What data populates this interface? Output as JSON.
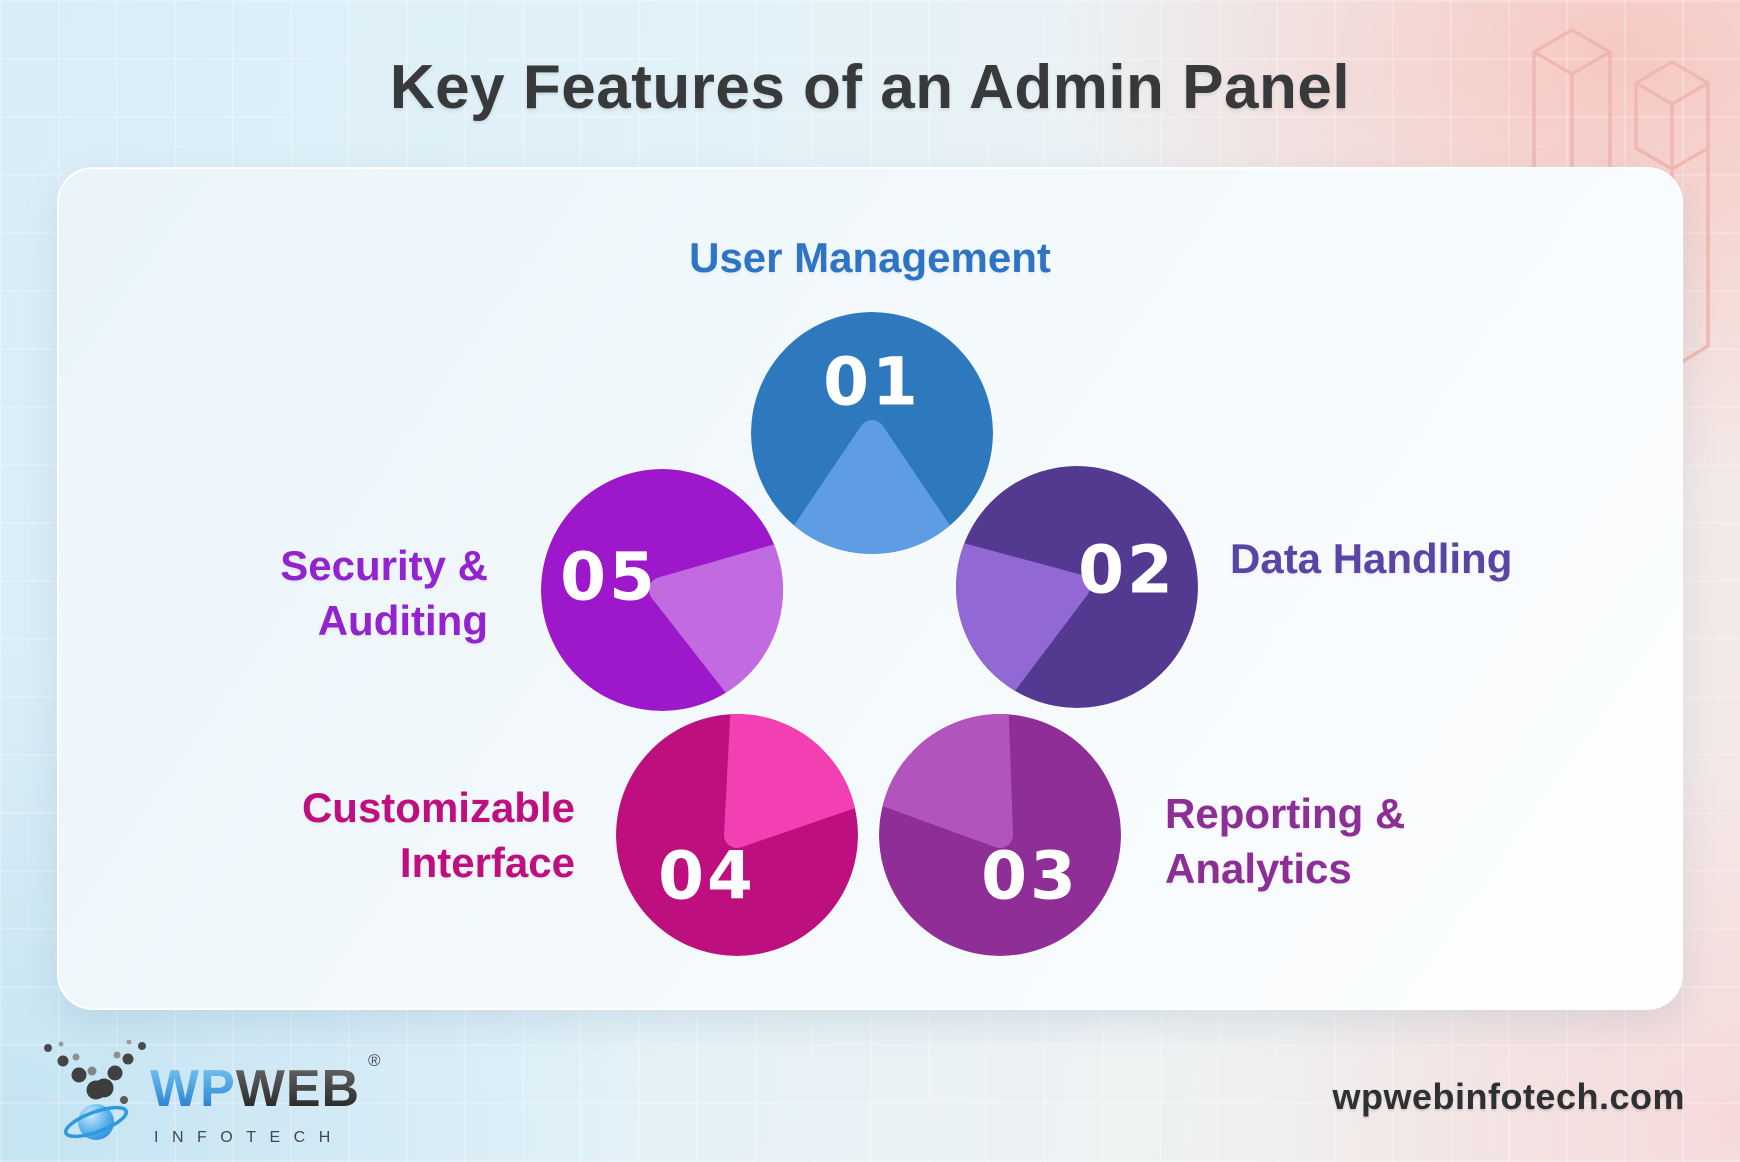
{
  "title": "Key Features of an Admin Panel",
  "features": [
    {
      "id": "01",
      "label": "User Management",
      "label_lines": [
        "User Management"
      ],
      "circle_color": "#2E78BE",
      "wedge_color": "#5E9CE4",
      "label_color": "#2E74C4"
    },
    {
      "id": "02",
      "label": "Data Handling",
      "label_lines": [
        "Data Handling"
      ],
      "circle_color": "#53398F",
      "wedge_color": "#9269D4",
      "label_color": "#5A45A6"
    },
    {
      "id": "03",
      "label": "Reporting & Analytics",
      "label_lines": [
        "Reporting &",
        "Analytics"
      ],
      "circle_color": "#8E2E96",
      "wedge_color": "#B253BE",
      "label_color": "#8D2D96"
    },
    {
      "id": "04",
      "label": "Customizable Interface",
      "label_lines": [
        "Customizable",
        "Interface"
      ],
      "circle_color": "#BE0F7F",
      "wedge_color": "#F23FB2",
      "label_color": "#BE0E80"
    },
    {
      "id": "05",
      "label": "Security & Auditing",
      "label_lines": [
        "Security &",
        "Auditing"
      ],
      "circle_color": "#9D17CB",
      "wedge_color": "#C26AE0",
      "label_color": "#9223CE"
    }
  ],
  "brand": {
    "wp": "WP",
    "web": "WEB",
    "registered": "®",
    "subtitle": "INFOTECH"
  },
  "footer": {
    "website": "wpwebinfotech.com"
  }
}
